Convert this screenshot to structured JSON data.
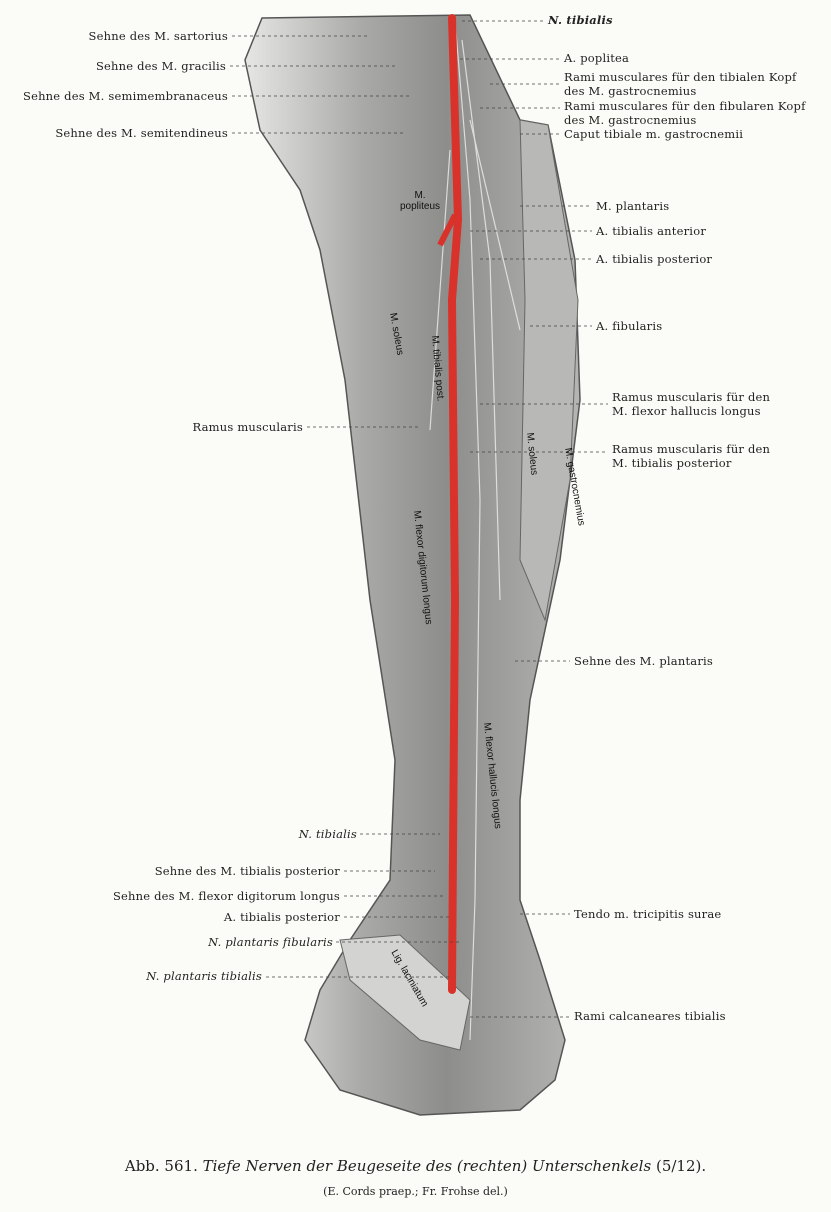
{
  "left_labels": [
    "Sehne des M. sartorius",
    "Sehne des M. gracilis",
    "Sehne des M. semimembranaceus",
    "Sehne des M. semitendineus",
    "Ramus muscularis",
    "N. tibialis",
    "Sehne des M. tibialis posterior",
    "Sehne des M. flexor digitorum longus",
    "A. tibialis posterior",
    "N. plantaris fibularis",
    "N. plantaris tibialis"
  ],
  "right_labels": [
    "N. tibialis",
    "A. poplitea",
    "Rami musculares für den tibialen Kopf",
    "des M. gastrocnemius",
    "Rami musculares für den fibularen Kopf",
    "des M. gastrocnemius",
    "Caput tibiale m. gastrocnemii",
    "M. plantaris",
    "A. tibialis anterior",
    "A. tibialis posterior",
    "A. fibularis",
    "Ramus muscularis für den",
    "M. flexor hallucis longus",
    "Ramus muscularis für den",
    "M. tibialis posterior",
    "Sehne des M. plantaris",
    "Tendo m. tricipitis surae",
    "Rami calcaneares tibialis"
  ],
  "muscle_labels": [
    "M. popliteus",
    "M. soleus",
    "M. tibialis post.",
    "M. flexor digitorum longus",
    "M. soleus",
    "M. gastrocnemius",
    "M. flexor hallucis longus",
    "Lig. laciniatum"
  ],
  "caption": {
    "prefix": "Abb. 561.",
    "title": "Tiefe Nerven der Beugeseite des (rechten) Unterschenkels",
    "scale": "(5/12).",
    "credit": "(E. Cords praep.; Fr. Frohse del.)"
  },
  "colors": {
    "artery": "#d8322b",
    "muscle": "#bfc0bd"
  }
}
